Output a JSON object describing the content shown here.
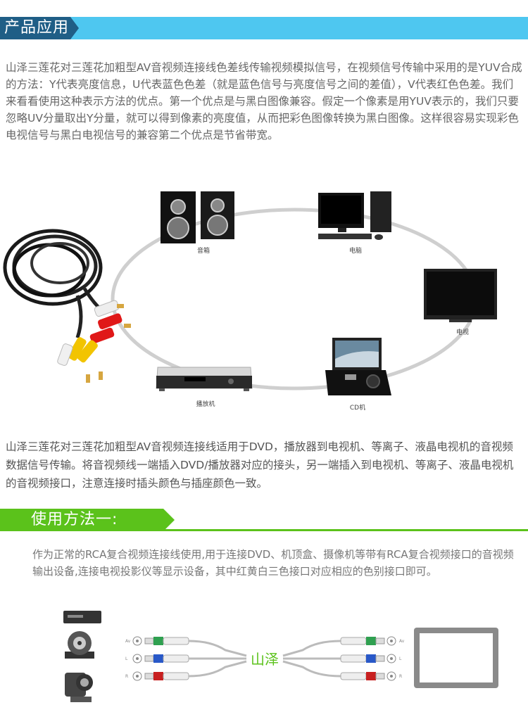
{
  "section1": {
    "title": "产品应用",
    "intro": "山泽三莲花对三莲花加粗型AV音视频连接线色差线传输视频模拟信号，在视频信号传输中采用的是YUV合成的方法：Y代表亮度信息，U代表蓝色色差（就是蓝色信号与亮度信号之间的差值），V代表红色色差。我们来看看使用这种表示方法的优点。第一个优点是与黑白图像兼容。假定一个像素是用YUV表示的，我们只要忽略UV分量取出Y分量，就可以得到像素的亮度值，从而把彩色图像转换为黑白图像。这样很容易实现彩色电视信号与黑白电视信号的兼容第二个优点是节省带宽。"
  },
  "devices": {
    "speaker": "音箱",
    "computer": "电脑",
    "tv": "电视",
    "cd": "CD机",
    "player": "播放机"
  },
  "section1_usage": "山泽三莲花对三莲花加粗型AV音视频连接线适用于DVD，播放器到电视机、等离子、液晶电视机的音视频数据信号传输。将音视频线一端插入DVD/播放器对应的接头，另一端插入到电视机、等离子、液晶电视机的音视频接口，注意连接时插头颜色与插座颜色一致。",
  "section2": {
    "title": "使用方法一:",
    "body": "作为正常的RCA复合视频连接线使用,用于连接DVD、机顶盒、摄像机等带有RCA复合视频接口的音视频输出设备,连接电视投影仪等显示设备，其中红黄白三色接口对应相应的色别接口即可。"
  },
  "wiring": {
    "brand": "山泽",
    "ports": [
      "Av",
      "L",
      "R"
    ]
  },
  "colors": {
    "header_blue": "#4ec7f0",
    "header_dark": "#1f5e86",
    "green": "#5bc21b"
  }
}
